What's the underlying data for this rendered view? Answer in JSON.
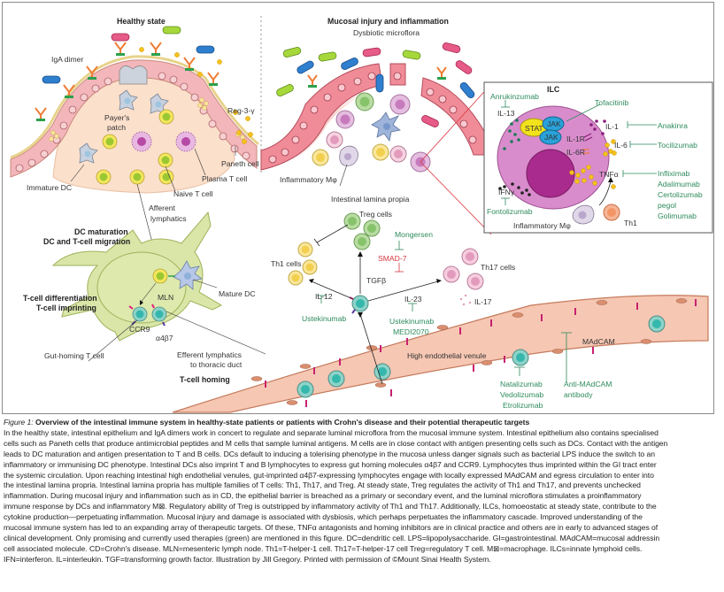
{
  "panels": {
    "healthy": {
      "title": "Healthy state",
      "labels": {
        "iga_dimer": "IgA dimer",
        "payers_patch_1": "Payer's",
        "payers_patch_2": "patch",
        "reg3": "Reg-3-γ",
        "paneth": "Paneth cell",
        "plasma": "Plasma T cell",
        "naive": "Naive T cell",
        "immature_dc": "Immature DC",
        "afferent_1": "Afferent",
        "afferent_2": "lymphatics"
      }
    },
    "dc_section": {
      "title_1": "DC maturation",
      "title_2": "DC and T-cell migration",
      "differentiation_1": "T-cell differentiation",
      "differentiation_2": "T-cell imprinting",
      "mln": "MLN",
      "mature_dc": "Mature DC",
      "ccr9": "CCR9",
      "a4b7": "α4β7",
      "gut_homing": "Gut-homing T cell",
      "efferent_1": "Efferent lymphatics",
      "efferent_2": "to thoracic duct",
      "t_cell_homing": "T-cell homing"
    },
    "inflamed": {
      "title": "Mucosal injury and inflammation",
      "subtitle": "Dysbiotic microflora",
      "inflammatory_mphi": "Inflammatory Mφ",
      "lamina_propria": "Intestinal lamina propia",
      "treg": "Treg cells",
      "th1": "Th1 cells",
      "th17": "Th17 cells",
      "mongersen": "Mongersen",
      "smad7": "SMAD-7",
      "tgfb": "TGFβ",
      "il12": "IL-12",
      "il23": "IL-23",
      "il17": "IL-17",
      "ustekinumab_1": "Ustekinumab",
      "ustekinumab_2": "Ustekinumab",
      "medi2070": "MEDI2070"
    },
    "ilc_box": {
      "title": "ILC",
      "anrukinzumab": "Anrukinzumab",
      "il13": "IL-13",
      "tofacitinib": "Tofacitinib",
      "stat": "STAT",
      "jak1": "JAK",
      "jak2": "JAK",
      "il1": "IL-1",
      "il1r": "IL-1R",
      "il6": "IL-6",
      "il6r": "IL-6R",
      "tnfa": "TNFα",
      "anakinra": "Anakinra",
      "tocilizumab": "Tocilizumab",
      "tnf_drugs": [
        "Infliximab",
        "Adalimumab",
        "Certolizumab",
        "pegol",
        "Golimumab"
      ],
      "ifng": "IFNγ",
      "fontolizumab": "Fontolizumab",
      "inflammatory_mphi": "Inflammatory Mφ",
      "th1": "Th1"
    },
    "venule": {
      "label": "High endothelial venule",
      "madcam": "MAdCAM",
      "integrin_drugs": [
        "Natalizumab",
        "Vedolizumab",
        "Etrolizumab"
      ],
      "anti_madcam_1": "Anti-MAdCAM",
      "anti_madcam_2": "antibody"
    }
  },
  "colors": {
    "drug_green": "#2e8b5c",
    "inhibitor_red": "#d9363e",
    "epithelium_pink": "#f1b3b8",
    "lamina_peach": "#fbe0cc",
    "lymph_node_green": "#d7e4a3",
    "venule_salmon": "#f6c7b3",
    "ilc_purple": "#d98ccc"
  },
  "caption": {
    "figure_label": "Figure 1:",
    "title": "Overview of the intestinal immune system in healthy-state patients or patients with Crohn's disease and their potential therapeutic targets",
    "lines": [
      "In the healthy state, intestinal epithelium and IgA dimers work in concert to regulate and separate luminal microflora from the mucosal immune system. Intestinal epithelium also contains specialised",
      "cells such as Paneth cells that produce antimicrobial peptides and M cells that sample luminal antigens. M cells are in close contact with antigen presenting cells such as DCs. Contact with the antigen",
      "leads to DC maturation and antigen presentation to T and B cells. DCs default to inducing a tolerising phenotype in the mucosa unless danger signals such as bacterial LPS induce the switch to an",
      "inflammatory or immunising DC phenotype. Intestinal DCs also imprint T and B lymphocytes to express gut homing molecules α4β7 and CCR9. Lymphocytes thus imprinted within the GI tract enter",
      "the systemic circulation. Upon reaching intestinal high endothelial venules, gut-imprinted α4β7-expressing lymphocytes engage with locally expressed MAdCAM and egress circulation to enter into",
      "the intestinal lamina propria. Intestinal lamina propria has multiple families of T cells: Th1, Th17, and Treg. At steady state, Treg regulates the activity of Th1 and Th17, and prevents unchecked",
      "inflammation. During mucosal injury and inflammation such as in CD, the epithelial barrier is breached as a primary or secondary event, and the luminal microflora stimulates a proinflammatory",
      "immune response by DCs and inflammatory M⊠. Regulatory ability of Treg is outstripped by inflammatory activity of Th1 and Th17. Additionally, ILCs, homoeostatic at steady state, contribute to the",
      "cytokine production—perpetuating inflammation. Mucosal injury and damage is associated with dysbiosis, which perhaps perpetuates the inflammatory cascade. Improved understanding of the",
      "mucosal immune system has led to an expanding array of therapeutic targets. Of these, TNFα antagonists and homing inhibitors are in clinical practice and others are in early to advanced stages of",
      "clinical development. Only promising and currently used therapies (green) are mentioned in this figure. DC=dendritic cell. LPS=lipopolysaccharide. GI=gastrointestinal. MAdCAM=mucosal addressin",
      "cell associated molecule. CD=Crohn's disease. MLN=mesenteric lymph node. Th1=T-helper-1 cell. Th17=T-helper-17 cell Treg=regulatory T cell. M⊠=macrophage. ILCs=innate lymphoid cells.",
      "IFN=interferon. IL=interleukin. TGF=transforming growth factor. Illustration by Jill Gregory. Printed with permission of ©Mount Sinai Health System."
    ]
  }
}
